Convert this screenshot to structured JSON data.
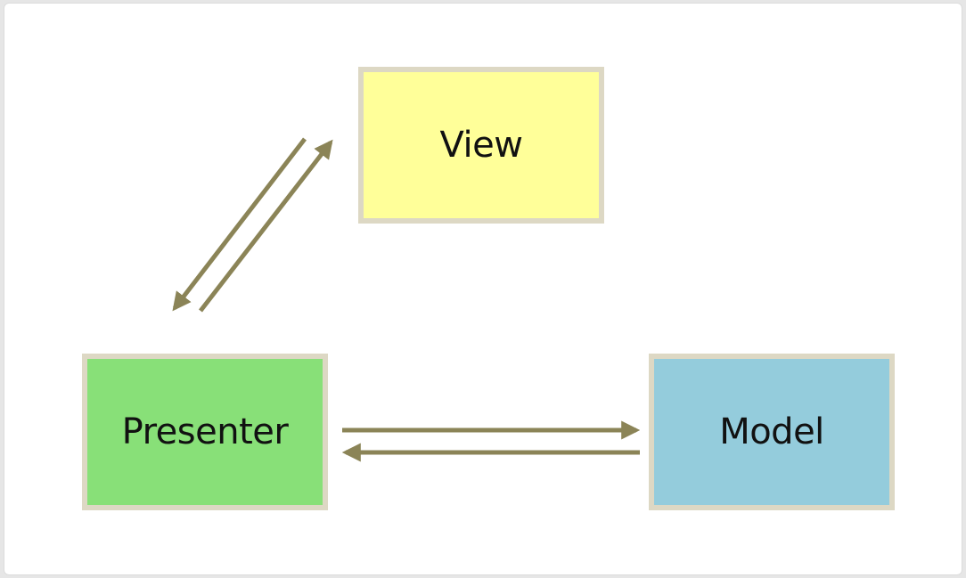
{
  "diagram": {
    "nodes": {
      "view": {
        "label": "View",
        "fill": "#ffff99"
      },
      "presenter": {
        "label": "Presenter",
        "fill": "#88e078"
      },
      "model": {
        "label": "Model",
        "fill": "#94ccdc"
      }
    },
    "edges": [
      {
        "from": "view",
        "to": "presenter"
      },
      {
        "from": "presenter",
        "to": "view"
      },
      {
        "from": "presenter",
        "to": "model"
      },
      {
        "from": "model",
        "to": "presenter"
      }
    ],
    "colors": {
      "border": "#ddd8c4",
      "arrow": "#8b8457",
      "background": "#ffffff"
    }
  }
}
